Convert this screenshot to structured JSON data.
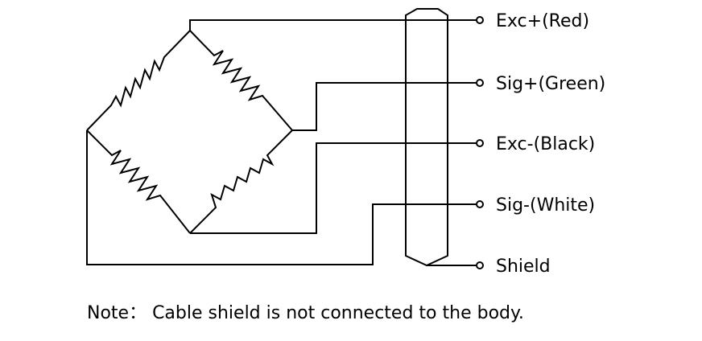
{
  "terminals": [
    {
      "id": "exc-plus",
      "label": "Exc+(Red)"
    },
    {
      "id": "sig-plus",
      "label": "Sig+(Green)"
    },
    {
      "id": "exc-minus",
      "label": "Exc-(Black)"
    },
    {
      "id": "sig-minus",
      "label": "Sig-(White)"
    },
    {
      "id": "shield",
      "label": "Shield"
    }
  ],
  "note": "Note： Cable shield is not connected to the body.",
  "colors": {
    "line": "#000000",
    "background": "#ffffff"
  }
}
